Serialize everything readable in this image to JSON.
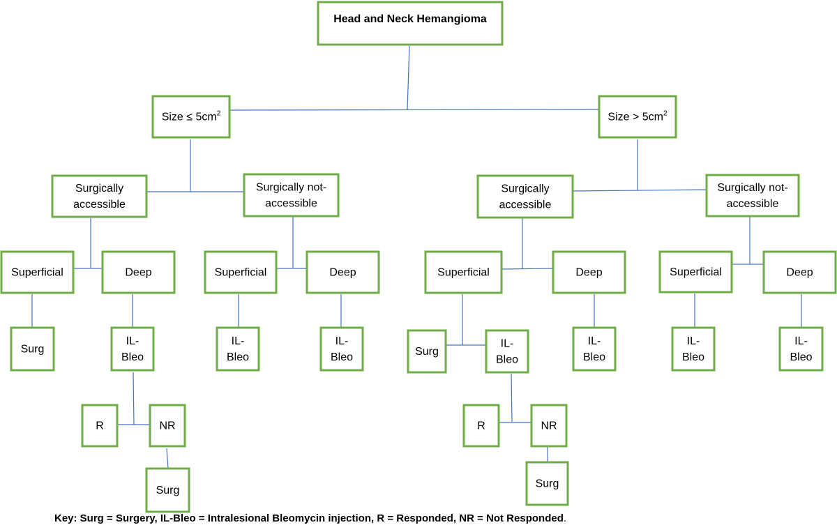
{
  "nodes": {
    "root": [
      "Head and Neck Hemangioma"
    ],
    "size_small": [
      "Size ≤ 5cm"
    ],
    "size_large": [
      "Size > 5cm"
    ],
    "size_unit_sup": "2",
    "l_access": [
      "Surgically",
      "accessible"
    ],
    "l_noaccess": [
      "Surgically not-",
      "accessible"
    ],
    "r_access": [
      "Surgically",
      "accessible"
    ],
    "r_noaccess": [
      "Surgically not-",
      "accessible"
    ],
    "l_a_sup": [
      "Superficial"
    ],
    "l_a_deep": [
      "Deep"
    ],
    "l_n_sup": [
      "Superficial"
    ],
    "l_n_deep": [
      "Deep"
    ],
    "r_a_sup": [
      "Superficial"
    ],
    "r_a_deep": [
      "Deep"
    ],
    "r_n_sup": [
      "Superficial"
    ],
    "r_n_deep": [
      "Deep"
    ],
    "l_a_sup_surg": [
      "Surg"
    ],
    "l_a_deep_ilb": [
      "IL-",
      "Bleo"
    ],
    "l_n_sup_ilb": [
      "IL-",
      "Bleo"
    ],
    "l_n_deep_ilb": [
      "IL-",
      "Bleo"
    ],
    "r_a_sup_surg": [
      "Surg"
    ],
    "r_a_sup_ilb": [
      "IL-",
      "Bleo"
    ],
    "r_a_deep_ilb": [
      "IL-",
      "Bleo"
    ],
    "r_n_sup_ilb": [
      "IL-",
      "Bleo"
    ],
    "r_n_deep_ilb": [
      "IL-",
      "Bleo"
    ],
    "l_r": [
      "R"
    ],
    "l_nr": [
      "NR"
    ],
    "l_nr_surg": [
      "Surg"
    ],
    "r_r": [
      "R"
    ],
    "r_nr": [
      "NR"
    ],
    "r_nr_surg": [
      "Surg"
    ]
  },
  "key_text": "Key: Surg = Surgery, IL-Bleo = Intralesional Bleomycin injection, R = Responded, NR = Not Responded",
  "key_end": ".",
  "colors": {
    "box_border": "#70ad47",
    "connector": "#4472c4"
  }
}
